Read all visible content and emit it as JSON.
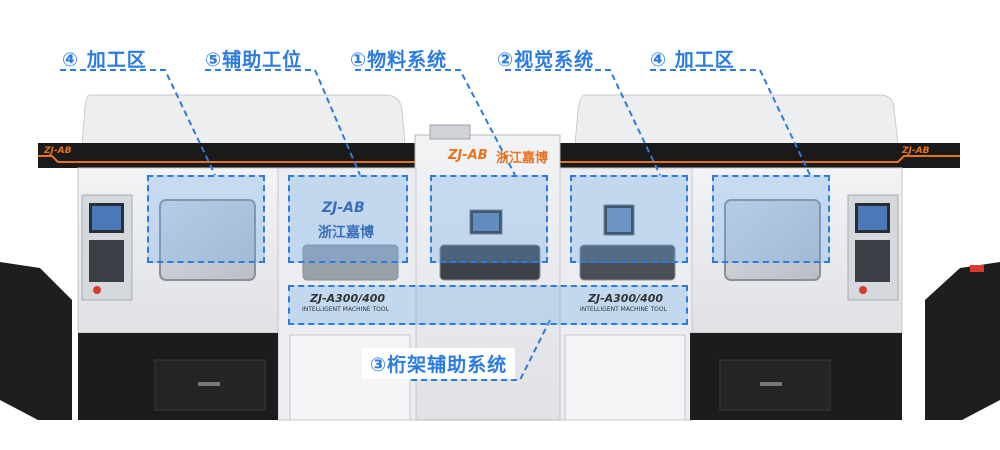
{
  "machine": {
    "brand_logo": "ZJ-AB",
    "brand_cn": "浙江嘉博",
    "model_left": "ZJ-A300/400",
    "model_right": "ZJ-A300/400",
    "model_sub": "INTELLIGENT MACHINE TOOL"
  },
  "callouts": [
    {
      "number": "④",
      "label": "加工区"
    },
    {
      "number": "⑤",
      "label": "辅助工位"
    },
    {
      "number": "①",
      "label": "物料系统"
    },
    {
      "number": "②",
      "label": "视觉系统"
    },
    {
      "number": "④",
      "label": "加工区"
    },
    {
      "number": "③",
      "label": "桁架辅助系统"
    }
  ],
  "colors": {
    "accent": "#2b7be0",
    "highlight": "#6eaaeb",
    "stripe": "#e8731f",
    "frame_dark": "#1a1a1a"
  }
}
